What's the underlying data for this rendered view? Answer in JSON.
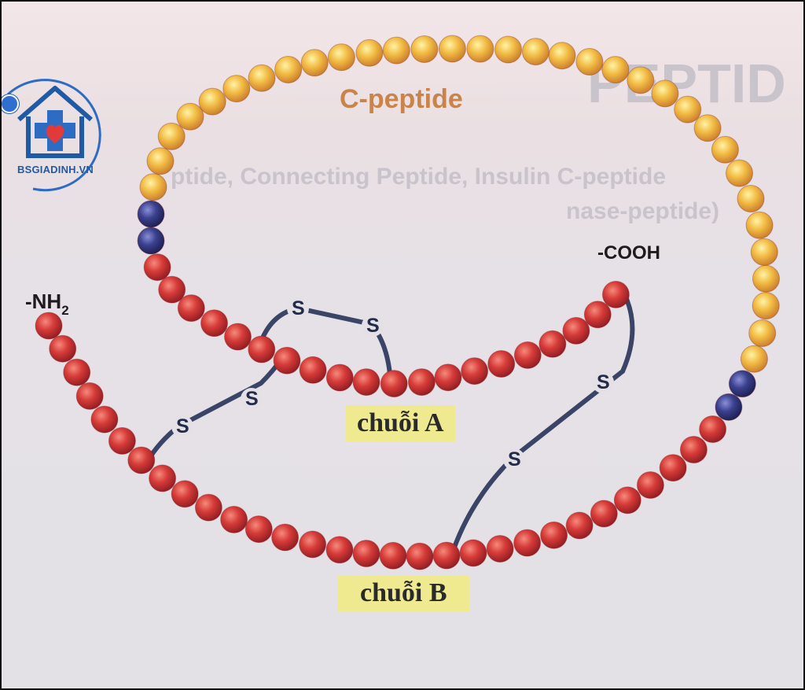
{
  "diagram": {
    "labels": {
      "c_peptide": "C-peptide",
      "nh2": "-NH",
      "nh2_sub": "2",
      "cooh": "-COOH",
      "chain_a": "chuỗi A",
      "chain_b": "chuỗi B",
      "s": "S"
    },
    "colors": {
      "red_bead": "#d43a3a",
      "yellow_bead": "#f0b640",
      "blue_bead": "#3a3f8c",
      "bond": "#3a4466",
      "label_bg": "#efe98f"
    }
  },
  "logo": {
    "text": "BSGIADINH.VN",
    "icon": "house-cross-heart-icon"
  },
  "background_text": {
    "heading": "PEPTID",
    "line1": "ptide, Connecting Peptide, Insulin C-peptide",
    "line2": "nase-peptide)"
  }
}
